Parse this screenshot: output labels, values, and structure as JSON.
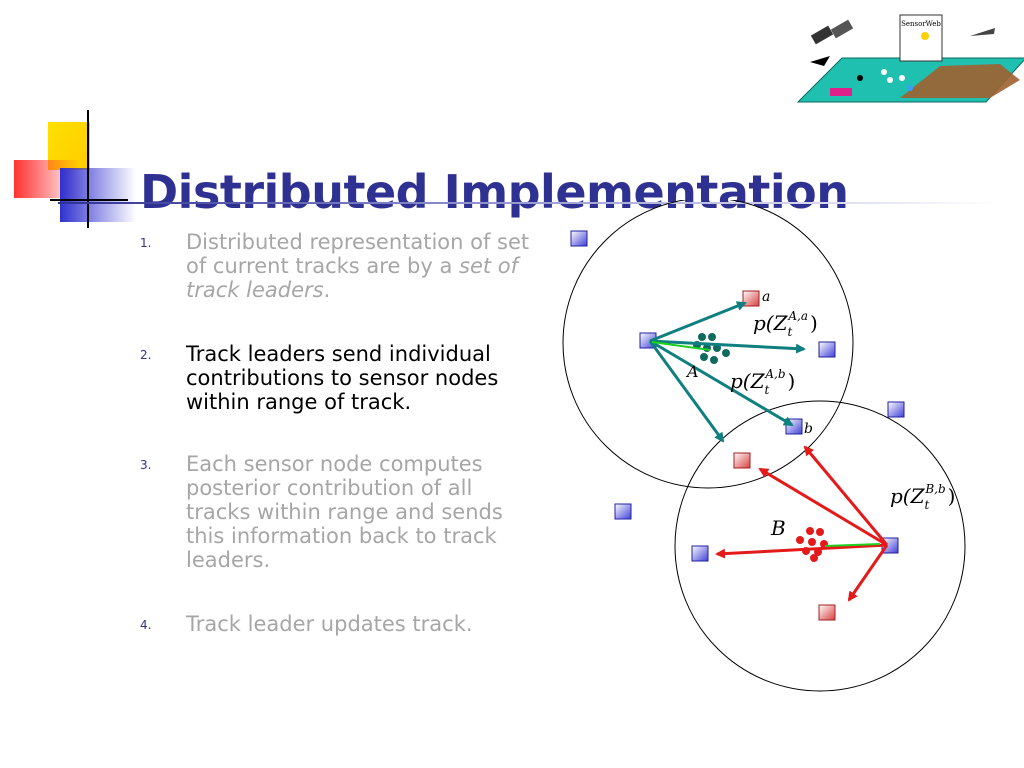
{
  "slide": {
    "title": "Distributed Implementation",
    "items": [
      {
        "number": "1.",
        "text": "Distributed representation of set of current tracks are by a ",
        "emphasis": "set of track leaders",
        "suffix": ".",
        "state": "dimmed"
      },
      {
        "number": "2.",
        "text": "Track leaders send individual contributions to sensor nodes within range of track.",
        "state": "active"
      },
      {
        "number": "3.",
        "text": "Each sensor node computes posterior contribution of all tracks within range and sends this information back to track leaders.",
        "state": "dimmed"
      },
      {
        "number": "4.",
        "text": "Track leader updates track.",
        "state": "dimmed"
      }
    ]
  },
  "logo": {
    "label": "SensorWeb"
  },
  "diagram": {
    "labels": {
      "track_a": "A",
      "track_b": "B",
      "node_a": "a",
      "node_b": "b"
    },
    "formulas": {
      "f1": {
        "base": "p(Z",
        "sub": "t",
        "sup": "A,a",
        "close": ")"
      },
      "f2": {
        "base": "p(Z",
        "sub": "t",
        "sup": "A,b",
        "close": ")"
      },
      "f3": {
        "base": "p(Z",
        "sub": "t",
        "sup": "B,b",
        "close": ")"
      }
    },
    "colors": {
      "track_a_arrows": "#0f7f7f",
      "track_b_arrows": "#e41a1a",
      "blue_node": "#4040d8",
      "red_node": "#d84040",
      "title": "#2e3192"
    }
  }
}
